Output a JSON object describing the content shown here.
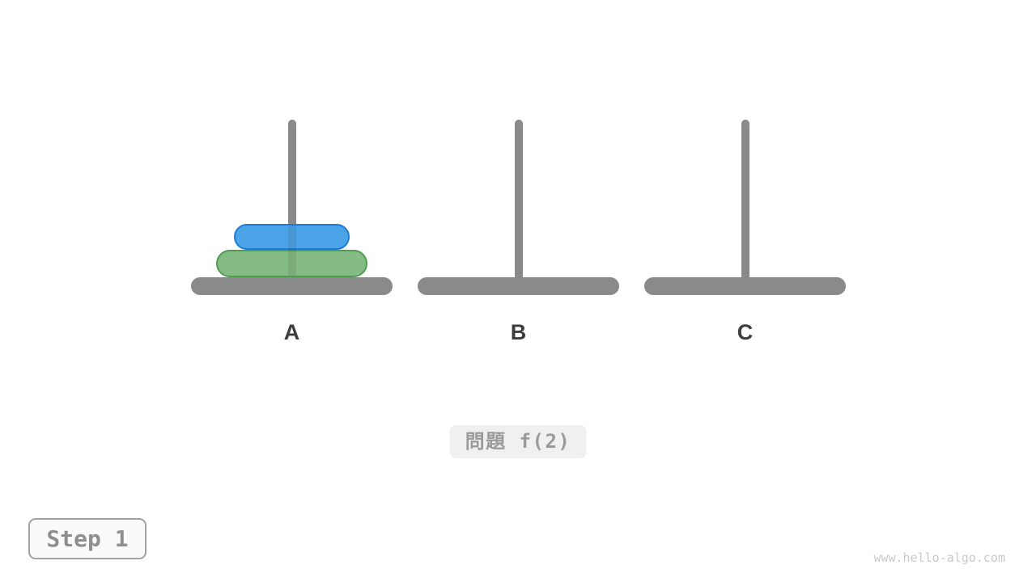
{
  "figure": {
    "title_hint": "tower-of-hanoi-diagram",
    "pegs": [
      {
        "label": "A",
        "disks": [
          {
            "name": "disk-1-blue",
            "width": 143,
            "height": 32,
            "fill": "#4ba4e8",
            "border": "#1f7cd6"
          },
          {
            "name": "disk-2-green",
            "width": 187,
            "height": 34,
            "fill": "#85bb84",
            "border": "#4f9c52"
          }
        ]
      },
      {
        "label": "B",
        "disks": []
      },
      {
        "label": "C",
        "disks": []
      }
    ],
    "problem_label": "問題 f(2)",
    "step_label": "Step 1"
  },
  "watermark": "www.hello-algo.com",
  "colors": {
    "peg-gray": "#8a8a8a",
    "label-color": "#3d3d3d",
    "badge-bg": "#f0f0f0",
    "badge-text": "#9a9a9a",
    "step-bg": "#fafafa",
    "step-border": "#a2a2a2",
    "step-text": "#8f8f8f",
    "watermark-color": "#c9c9c9",
    "disk1-fill": "#4ba4e8",
    "disk1-border": "#1f7cd6",
    "disk2-fill": "#85bb84",
    "disk2-border": "#4f9c52"
  }
}
